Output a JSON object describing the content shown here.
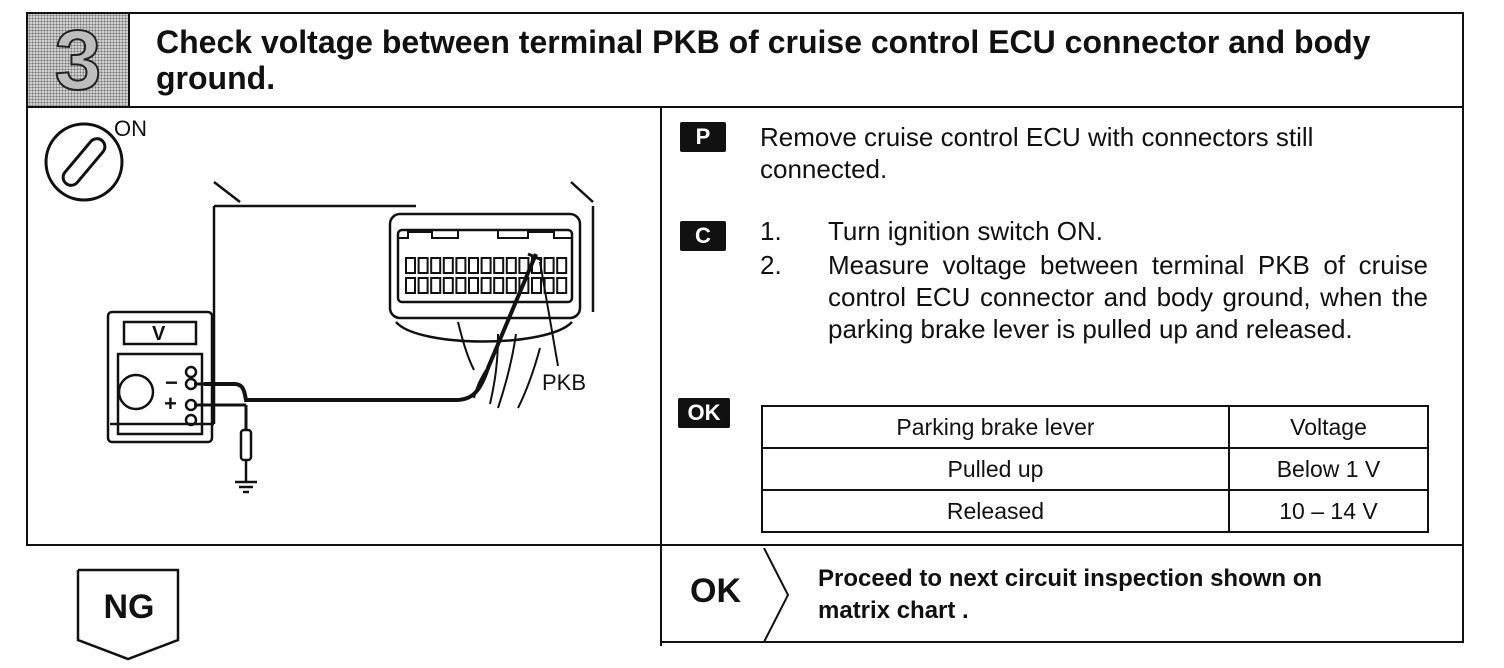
{
  "header": {
    "step_number": "3",
    "title": "Check voltage between terminal PKB of cruise control ECU connector and body ground."
  },
  "diagram": {
    "ignition_label": "ON",
    "meter_label": "V",
    "minus_label": "−",
    "plus_label": "+",
    "terminal_label": "PKB"
  },
  "steps": {
    "prep": {
      "badge": "P",
      "text": "Remove cruise control ECU with connectors still connected."
    },
    "check": {
      "badge": "C",
      "items": [
        {
          "num": "1.",
          "text": "Turn ignition switch ON."
        },
        {
          "num": "2.",
          "text": "Measure voltage between terminal PKB of cruise control ECU connector and body ground, when the parking brake lever is pulled up and released."
        }
      ]
    },
    "ok": {
      "badge": "OK",
      "table": {
        "headers": [
          "Parking brake lever",
          "Voltage"
        ],
        "rows": [
          [
            "Pulled up",
            "Below 1 V"
          ],
          [
            "Released",
            "10 – 14 V"
          ]
        ]
      }
    }
  },
  "footer": {
    "ng_label": "NG",
    "ok_label": "OK",
    "ok_text_line1": "Proceed to next circuit inspection shown on",
    "ok_text_line2": "matrix chart ."
  }
}
